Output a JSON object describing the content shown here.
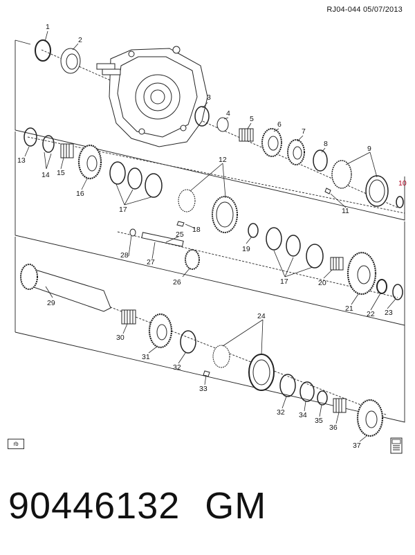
{
  "header": {
    "ref": "RJ04-044  05/07/2013"
  },
  "footer": {
    "part_number": "90446132",
    "brand": "GM",
    "badge": "rb"
  },
  "accent_color": "#d23a4f",
  "callouts": [
    {
      "id": "c1",
      "text": "1"
    },
    {
      "id": "c2",
      "text": "2"
    },
    {
      "id": "c3",
      "text": "3"
    },
    {
      "id": "c4",
      "text": "4"
    },
    {
      "id": "c5",
      "text": "5"
    },
    {
      "id": "c6",
      "text": "6"
    },
    {
      "id": "c7",
      "text": "7"
    },
    {
      "id": "c8",
      "text": "8"
    },
    {
      "id": "c9",
      "text": "9"
    },
    {
      "id": "c10",
      "text": "10"
    },
    {
      "id": "c11",
      "text": "11"
    },
    {
      "id": "c12",
      "text": "12"
    },
    {
      "id": "c13",
      "text": "13"
    },
    {
      "id": "c14",
      "text": "14"
    },
    {
      "id": "c15",
      "text": "15"
    },
    {
      "id": "c16",
      "text": "16"
    },
    {
      "id": "c17a",
      "text": "17"
    },
    {
      "id": "c17b",
      "text": "17"
    },
    {
      "id": "c18",
      "text": "18"
    },
    {
      "id": "c19",
      "text": "19"
    },
    {
      "id": "c20",
      "text": "20"
    },
    {
      "id": "c21",
      "text": "21"
    },
    {
      "id": "c22",
      "text": "22"
    },
    {
      "id": "c23",
      "text": "23"
    },
    {
      "id": "c24",
      "text": "24"
    },
    {
      "id": "c25",
      "text": "25"
    },
    {
      "id": "c26",
      "text": "26"
    },
    {
      "id": "c27",
      "text": "27"
    },
    {
      "id": "c28",
      "text": "28"
    },
    {
      "id": "c29",
      "text": "29"
    },
    {
      "id": "c30",
      "text": "30"
    },
    {
      "id": "c31",
      "text": "31"
    },
    {
      "id": "c32a",
      "text": "32"
    },
    {
      "id": "c32b",
      "text": "32"
    },
    {
      "id": "c33",
      "text": "33"
    },
    {
      "id": "c34",
      "text": "34"
    },
    {
      "id": "c35",
      "text": "35"
    },
    {
      "id": "c36",
      "text": "36"
    },
    {
      "id": "c37",
      "text": "37"
    }
  ]
}
